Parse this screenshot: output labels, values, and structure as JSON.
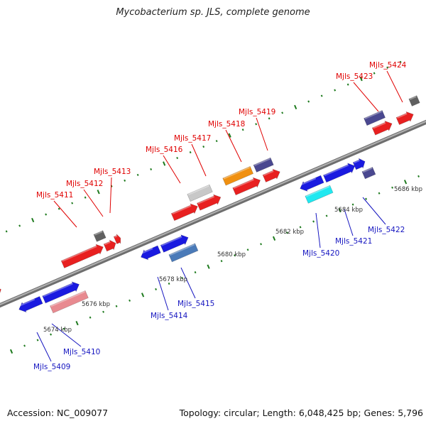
{
  "title": "Mycobacterium sp. JLS, complete genome",
  "footer": {
    "accession": "Accession: NC_009077",
    "summary": "Topology: circular; Length: 6,048,425 bp; Genes: 5,796"
  },
  "colors": {
    "backbone": "#8c8c8c",
    "tick": "#1e7a1e",
    "forward_label": "#e00000",
    "reverse_label": "#1515c0"
  },
  "ruler_labels": [
    "5674 kbp",
    "5676 kbp",
    "5678 kbp",
    "5680 kbp",
    "5682 kbp",
    "5684 kbp",
    "5686 kbp"
  ],
  "forward_genes": [
    {
      "label": "Mjls_5411",
      "color": "#e82020"
    },
    {
      "label": "Mjls_5412",
      "color": "#e82020"
    },
    {
      "label": "Mjls_5413",
      "color": "#606060"
    },
    {
      "label": "Mjls_5416",
      "color": "#e82020"
    },
    {
      "label": "Mjls_5417",
      "color": "#c8c8c8"
    },
    {
      "label": "Mjls_5418",
      "color": "#f09010"
    },
    {
      "label": "Mjls_5419",
      "color": "#4a4890"
    },
    {
      "label": "Mjls_5423",
      "color": "#4a4890"
    },
    {
      "label": "Mjls_5424",
      "color": "#e82020"
    }
  ],
  "reverse_genes": [
    {
      "label": "Mjls_5409",
      "color": "#1a1ae0"
    },
    {
      "label": "Mjls_5410",
      "color": "#e88a90"
    },
    {
      "label": "Mjls_5414",
      "color": "#1a1ae0"
    },
    {
      "label": "Mjls_5415",
      "color": "#4a7ab8"
    },
    {
      "label": "Mjls_5420",
      "color": "#20e8f0"
    },
    {
      "label": "Mjls_5421",
      "color": "#1a1ae0"
    },
    {
      "label": "Mjls_5422",
      "color": "#4a4890"
    }
  ]
}
